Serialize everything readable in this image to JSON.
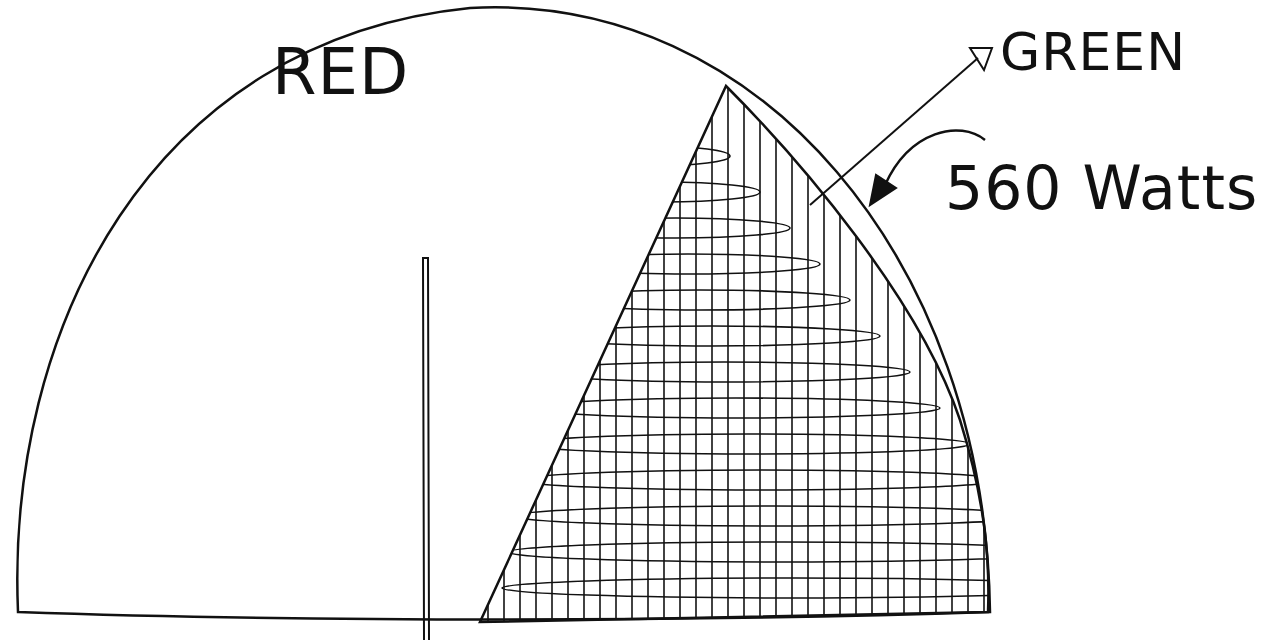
{
  "diagram": {
    "labels": [
      "RED",
      "GREEN",
      "560 Watts"
    ]
  }
}
